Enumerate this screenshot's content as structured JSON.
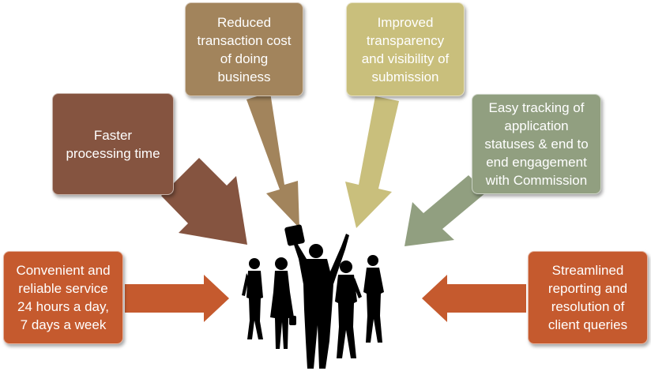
{
  "boxes": [
    {
      "id": "box-left-bottom",
      "text": "Convenient and\nreliable service\n24 hours a day,\n7 days a week",
      "color": "#C55A2E"
    },
    {
      "id": "box-left-top",
      "text": "Faster\nprocessing time",
      "color": "#855440"
    },
    {
      "id": "box-top-left",
      "text": "Reduced\ntransaction cost\nof doing\nbusiness",
      "color": "#A2845C"
    },
    {
      "id": "box-top-right",
      "text": "Improved\ntransparency\nand visibility of\nsubmission",
      "color": "#C9BF7C"
    },
    {
      "id": "box-right-top",
      "text": "Easy tracking of\napplication\nstatuses & end to\nend engagement\nwith Commission",
      "color": "#919F80"
    },
    {
      "id": "box-right-bottom",
      "text": "Streamlined\nreporting and\nresolution of\nclient queries",
      "color": "#C55A2E"
    }
  ],
  "center_image": {
    "icon": "business-people-silhouette-icon"
  }
}
